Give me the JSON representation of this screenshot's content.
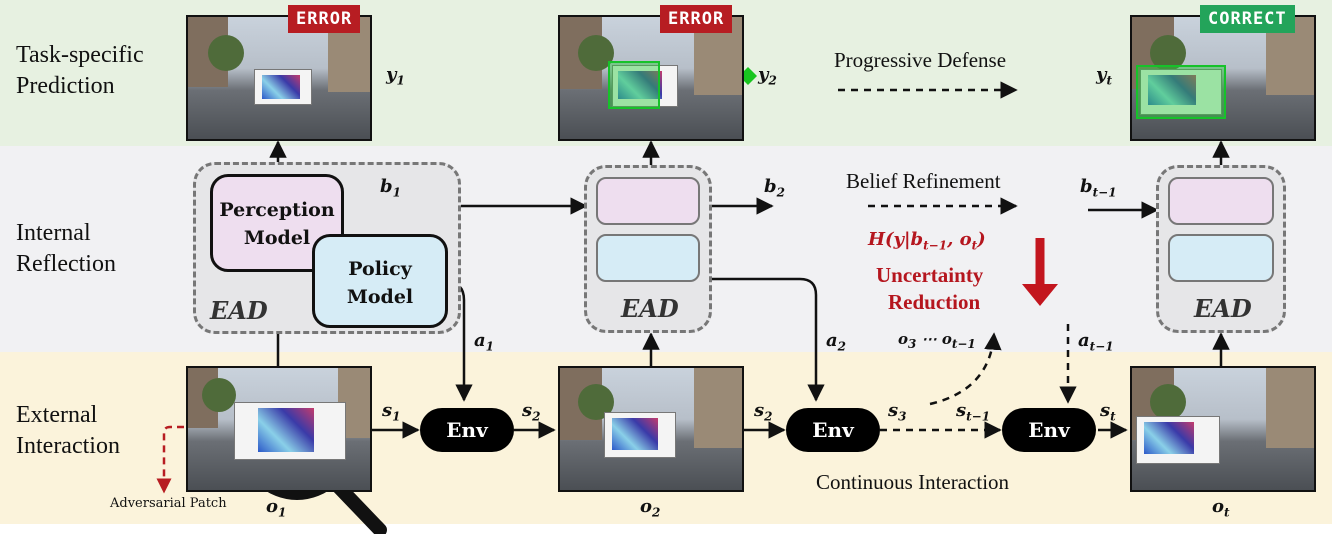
{
  "rows": {
    "top": "Task-specific\nPrediction",
    "mid": "Internal\nReflection",
    "bot": "External\nInteraction"
  },
  "badges": {
    "error1": "ERROR",
    "error2": "ERROR",
    "correct": "CORRECT"
  },
  "labels": {
    "progressive_defense": "Progressive Defense",
    "belief_refinement": "Belief Refinement",
    "entropy": "H(y|b",
    "entropy_sub": "t−1",
    "entropy_tail": ", o",
    "entropy_sub2": "t",
    "entropy_close": ")",
    "uncertainty": "Uncertainty",
    "reduction": "Reduction",
    "continuous_interaction": "Continuous Interaction",
    "adversarial_patch": "Adversarial Patch",
    "o_range": "o",
    "o_range_sub1": "3",
    "o_range_mid": " ⋯ o",
    "o_range_sub2": "t−1"
  },
  "modules": {
    "perception_line1": "Perception",
    "perception_line2": "Model",
    "policy_line1": "Policy",
    "policy_line2": "Model",
    "ead": "EAD"
  },
  "env": "Env",
  "symbols": {
    "y": "y",
    "b": "b",
    "a": "a",
    "s": "s",
    "o": "o",
    "one": "1",
    "two": "2",
    "three": "3",
    "t": "t",
    "tm1": "t−1"
  },
  "colors": {
    "error": "#b71d22",
    "correct": "#23a45a",
    "uncertainty": "#b5161e",
    "detection": "#2ecc40"
  }
}
